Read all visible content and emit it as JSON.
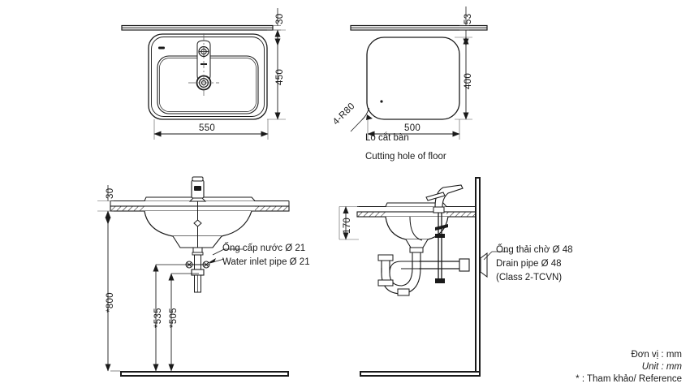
{
  "drawing": {
    "units_note_vi": "Đơn vị : mm",
    "units_note_en": "Unit : mm",
    "reference_note": "* : Tham khảo/ Reference"
  },
  "views": {
    "plan_basin": {
      "name": "Top view of basin",
      "dimensions": {
        "counter_thickness": "30",
        "depth": "450",
        "width": "550"
      }
    },
    "plan_cutout": {
      "name": "Cutting hole plan",
      "dimensions": {
        "counter_offset": "53",
        "height": "400",
        "width": "500",
        "corner_radius": "4-R80"
      },
      "caption_vi": "Lỗ cắt bàn",
      "caption_en": "Cutting hole of floor"
    },
    "elevation_front": {
      "name": "Front elevation",
      "dimensions": {
        "counter_thickness": "30",
        "floor_to_counter": "*800",
        "inlet_left": "*535",
        "inlet_right": "*505"
      },
      "callout": {
        "vi": "Ống cấp nước Ø 21",
        "en": "Water inlet pipe Ø 21"
      }
    },
    "elevation_side": {
      "name": "Side elevation",
      "dimensions": {
        "basin_depth": "170"
      },
      "callout": {
        "vi": "Ống thải chờ Ø 48",
        "en": "Drain pipe Ø 48",
        "en2": "(Class 2-TCVN)"
      }
    }
  },
  "colors": {
    "line": "#1a1a1a",
    "thin": "#555555",
    "background": "#ffffff"
  }
}
